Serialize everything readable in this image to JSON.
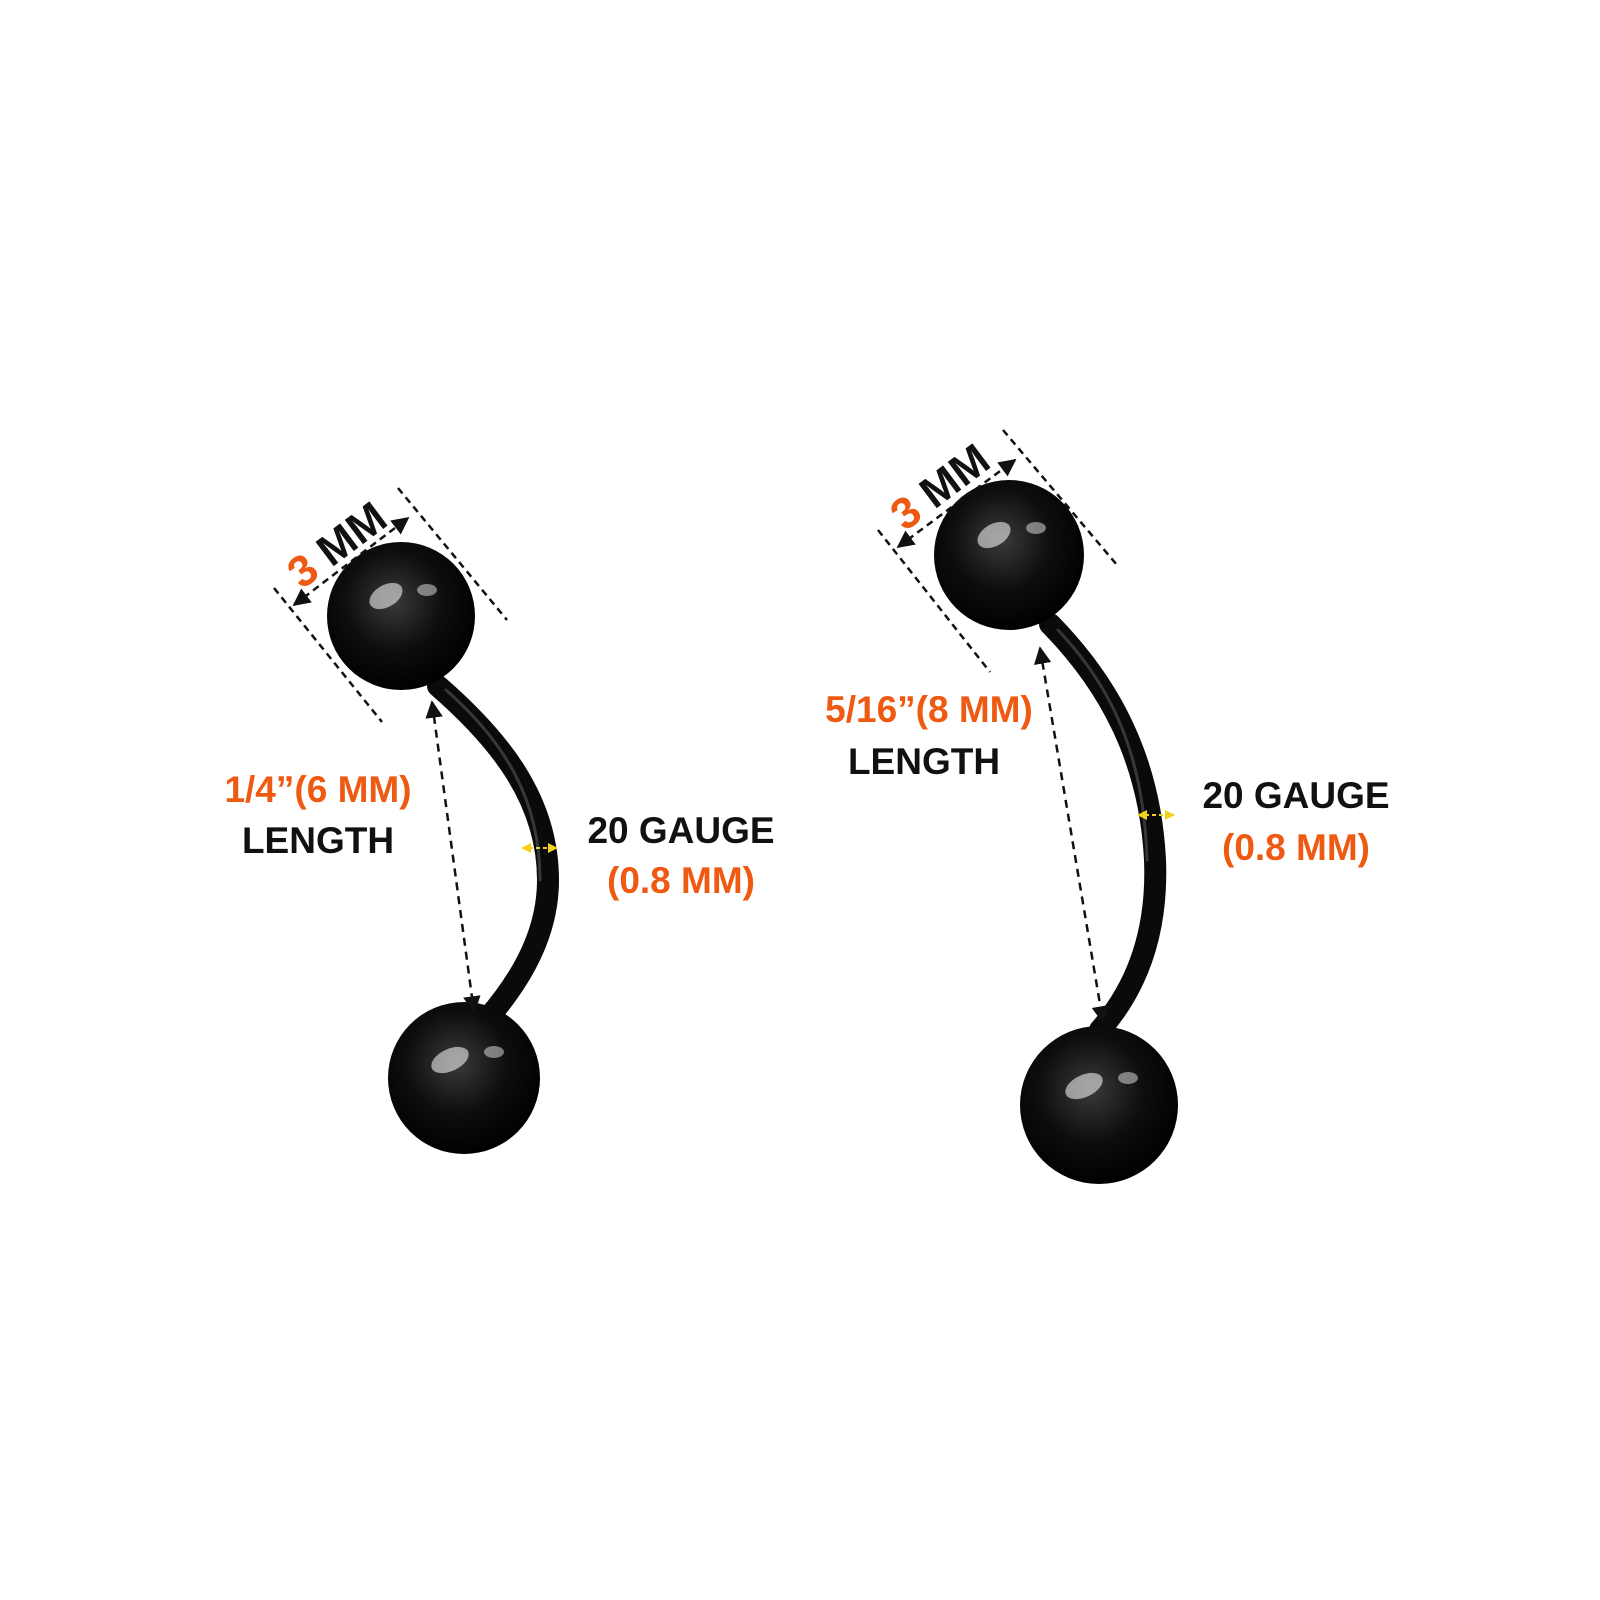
{
  "colors": {
    "background": "#ffffff",
    "text": "#111111",
    "accent": "#ee5a12",
    "jewelry": "#0a0a0a",
    "gauge_marker": "#f2d21e"
  },
  "products": [
    {
      "ball_size_number": "3",
      "ball_size_unit": "MM",
      "length_value": "1/4”(6 MM)",
      "length_word": "LENGTH",
      "gauge_word": "20 GAUGE",
      "gauge_mm": "(0.8 MM)"
    },
    {
      "ball_size_number": "3",
      "ball_size_unit": "MM",
      "length_value": "5/16”(8 MM)",
      "length_word": "LENGTH",
      "gauge_word": "20 GAUGE",
      "gauge_mm": "(0.8 MM)"
    }
  ]
}
